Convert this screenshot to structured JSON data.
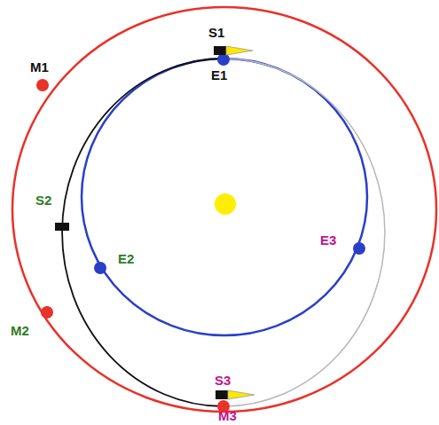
{
  "diagram": {
    "labels": [
      "S1",
      "E1",
      "M1",
      "S2",
      "E2",
      "M2",
      "E3",
      "S3",
      "M3"
    ]
  }
}
